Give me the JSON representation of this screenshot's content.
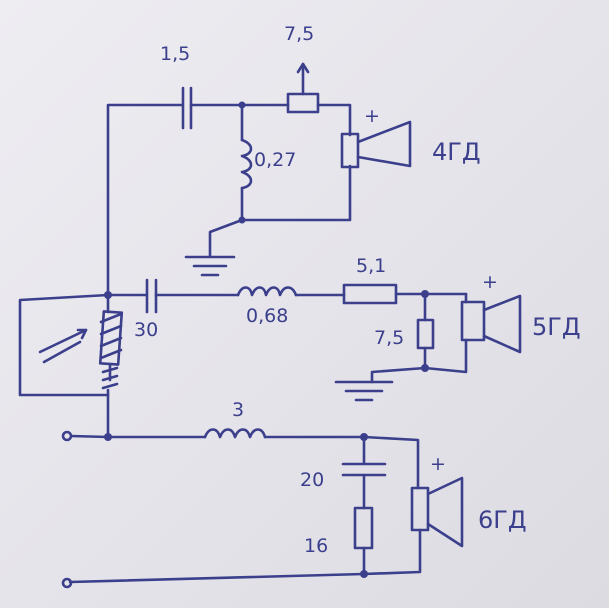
{
  "labels": {
    "c_tweeter": "1,5",
    "r_tweeter": "7,5",
    "l_tweeter": "0,27",
    "spk_tweeter": "4ГД",
    "c_mid": "30",
    "l_mid": "0,68",
    "r_mid_series": "5,1",
    "r_mid_shunt": "7,5",
    "spk_mid": "5ГД",
    "l_woofer": "3",
    "c_woofer": "20",
    "r_woofer": "16",
    "spk_woofer": "6ГД",
    "plus_1": "+",
    "plus_2": "+",
    "plus_3": "+"
  },
  "colors": {
    "ink": "#3b3f8c",
    "paper": "#e9e8ee"
  }
}
